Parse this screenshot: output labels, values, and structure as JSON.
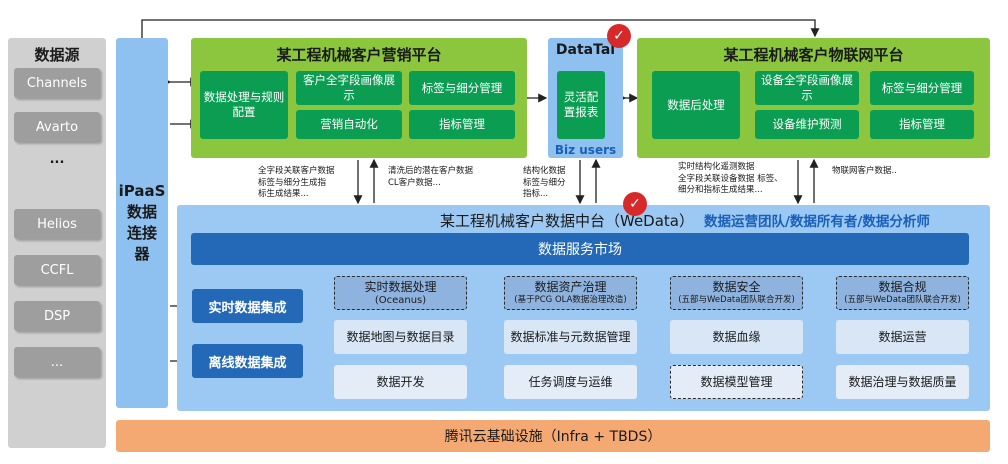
{
  "sources": {
    "title": "数据源",
    "items": [
      "Channels",
      "Avarto",
      "...",
      "Helios",
      "CCFL",
      "DSP",
      "..."
    ]
  },
  "ipaas": {
    "lines": [
      "iPaaS",
      "数据",
      "连接",
      "器"
    ]
  },
  "marketing": {
    "title": "某工程机械客户营销平台",
    "data_proc": "数据处理与规则配置",
    "profile": "客户全字段画像展示",
    "tag_mgmt": "标签与细分管理",
    "automation": "营销自动化",
    "metric_mgmt": "指标管理"
  },
  "datatal": {
    "title": "DataTal",
    "config": "灵活配置报表",
    "users": "Biz users"
  },
  "iot": {
    "title": "某工程机械客户物联网平台",
    "post_proc": "数据后处理",
    "profile": "设备全字段画像展示",
    "tag_mgmt": "标签与细分管理",
    "maintenance": "设备维护预测",
    "metric_mgmt": "指标管理"
  },
  "notes": {
    "n1": [
      "全字段关联客户数据",
      "标签与细分生成指",
      "标生成结果..."
    ],
    "n2": [
      "清洗后的潜在客户数据",
      "CL客户数据..."
    ],
    "n3": [
      "结构化数据",
      "标签与细分",
      "指标..."
    ],
    "n4": [
      "实时结构化遥测数据",
      "全字段关联设备数据 标签、",
      "细分和指标生成结果..."
    ],
    "n5": [
      "物联网客户数据.."
    ]
  },
  "middle": {
    "title": "某工程机械客户数据中台（WeData）",
    "team": "数据运营团队/数据所有者/数据分析师",
    "market": "数据服务市场",
    "realtime_integ": "实时数据集成",
    "offline_integ": "离线数据集成",
    "cells": {
      "realtime_proc": "实时数据处理",
      "realtime_proc_sub": "(Oceanus)",
      "asset_gov": "数据资产治理",
      "asset_gov_sub": "(基于PCG OLA数据治理改造)",
      "security": "数据安全",
      "security_sub": "(五部与WeData团队联合开发)",
      "compliance": "数据合规",
      "compliance_sub": "(五部与WeData团队联合开发)",
      "map_catalog": "数据地图与数据目录",
      "standard_meta": "数据标准与元数据管理",
      "lineage": "数据血缘",
      "operations": "数据运营",
      "development": "数据开发",
      "scheduling": "任务调度与运维",
      "model_mgmt": "数据模型管理",
      "governance_quality": "数据治理与数据质量"
    }
  },
  "infra": "腾讯云基础设施（Infra + TBDS）",
  "colors": {
    "green_panel": "#8cc63f",
    "green_button": "#0b9e52",
    "blue_zone": "#9cc9f3",
    "blue_dark": "#2468b8",
    "infra": "#f5a972",
    "source_item": "#9e9e9e",
    "check_badge": "#d62a2a"
  }
}
